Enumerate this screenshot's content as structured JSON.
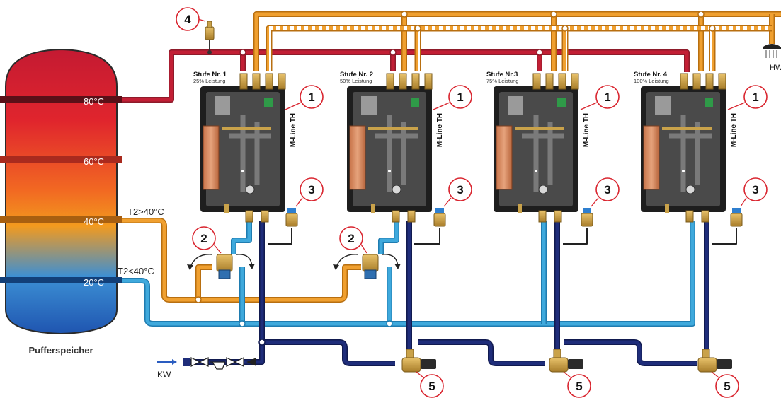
{
  "tank": {
    "label": "Pufferspeicher",
    "ports": [
      {
        "temp": "80°C"
      },
      {
        "temp": "60°C"
      },
      {
        "temp": "40°C"
      },
      {
        "temp": "20°C"
      }
    ],
    "branch_labels": {
      "upper": "T2>40°C",
      "lower": "T2<40°C"
    }
  },
  "stations": [
    {
      "title": "Stufe Nr. 1",
      "subtitle": "25% Leistung",
      "model": "M-Line TH"
    },
    {
      "title": "Stufe Nr. 2",
      "subtitle": "50% Leistung",
      "model": "M-Line TH"
    },
    {
      "title": "Stufe Nr.3",
      "subtitle": "75% Leistung",
      "model": "M-Line TH"
    },
    {
      "title": "Stufe Nr. 4",
      "subtitle": "100% Leistung",
      "model": "M-Line TH"
    }
  ],
  "callouts": {
    "station": "1",
    "mixer": "2",
    "safety_valve": "3",
    "air_vent": "4",
    "cold_valve": "5"
  },
  "labels": {
    "cold_water": "KW",
    "hot_water": "HW"
  },
  "colors": {
    "hot_red": "#c21f35",
    "warm_orange": "#f0a030",
    "cold_blue": "#3fa9dc",
    "dark_blue": "#1f2d7a",
    "callout_red": "#d9252f",
    "station_body": "#1e1e1e"
  },
  "icons": [
    "air-vent-icon",
    "three-way-mixer-icon",
    "safety-valve-icon",
    "shutoff-valve-icon",
    "shower-head-icon",
    "check-valve-icon",
    "filter-icon"
  ]
}
